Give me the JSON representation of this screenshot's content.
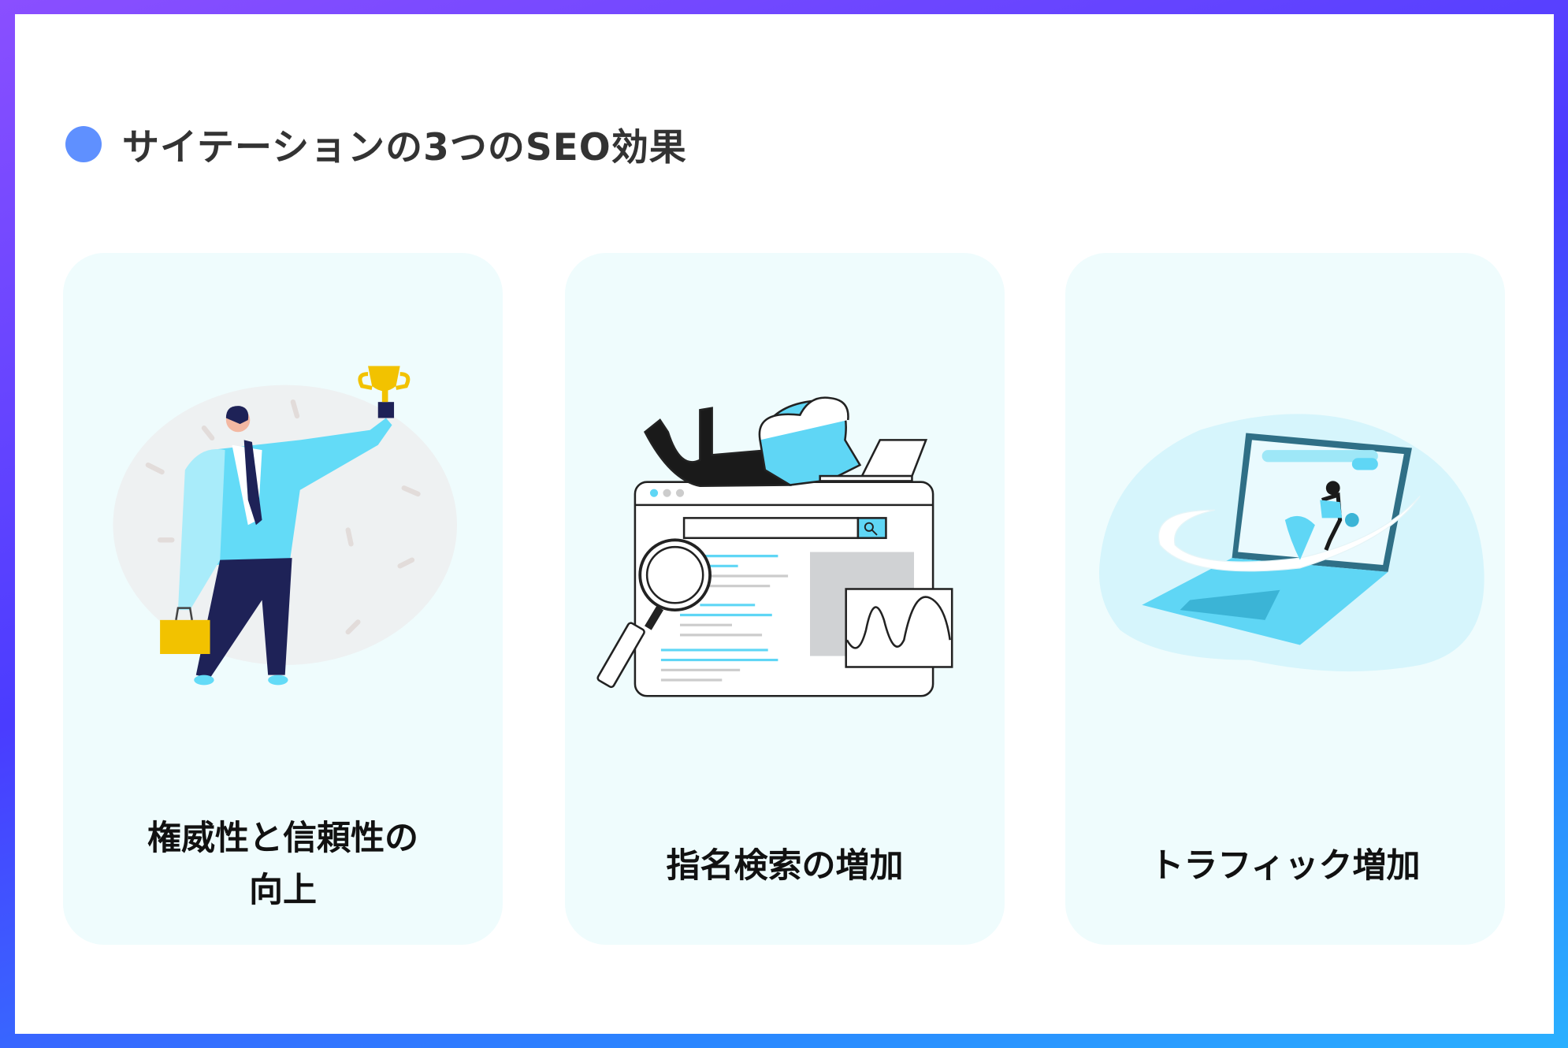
{
  "heading": {
    "title": "サイテーションの3つのSEO効果"
  },
  "cards": [
    {
      "label_line1": "権威性と信頼性の",
      "label_line2": "向上",
      "illustration": "businessman-trophy-icon"
    },
    {
      "label_line1": "指名検索の増加",
      "illustration": "search-browser-icon"
    },
    {
      "label_line1": "トラフィック増加",
      "illustration": "laptop-rocket-icon"
    }
  ],
  "colors": {
    "accent": "#5f90ff",
    "card_bg": "#effcfd",
    "illustration_blue": "#5fd6f5",
    "text": "#333333"
  }
}
